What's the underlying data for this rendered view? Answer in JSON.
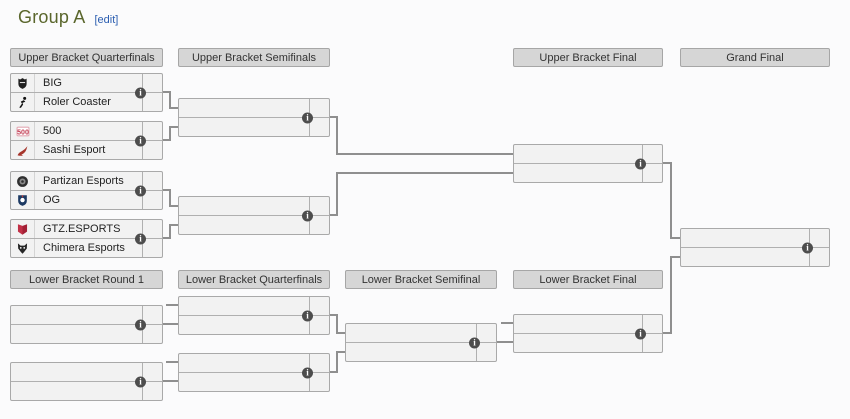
{
  "title": "Group A",
  "edit_link": "[edit]",
  "rounds": {
    "ubqf": "Upper Bracket Quarterfinals",
    "ubsf": "Upper Bracket Semifinals",
    "ubf": "Upper Bracket Final",
    "gf": "Grand Final",
    "lbr1": "Lower Bracket Round 1",
    "lbqf": "Lower Bracket Quarterfinals",
    "lbsf": "Lower Bracket Semifinal",
    "lbf": "Lower Bracket Final"
  },
  "matches": {
    "ubqf1": {
      "teams": [
        {
          "name": "BIG",
          "icon": "big-crest-icon"
        },
        {
          "name": "Roler Coaster",
          "icon": "roler-coaster-skater-icon"
        }
      ]
    },
    "ubqf2": {
      "teams": [
        {
          "name": "500",
          "icon": "500-logo-icon"
        },
        {
          "name": "Sashi Esport",
          "icon": "sashi-bird-icon"
        }
      ]
    },
    "ubqf3": {
      "teams": [
        {
          "name": "Partizan Esports",
          "icon": "partizan-crest-icon"
        },
        {
          "name": "OG",
          "icon": "og-shield-icon"
        }
      ]
    },
    "ubqf4": {
      "teams": [
        {
          "name": "GTZ.ESPORTS",
          "icon": "gtz-emblem-icon"
        },
        {
          "name": "Chimera Esports",
          "icon": "chimera-head-icon"
        }
      ]
    }
  },
  "info_icon_glyph": "i",
  "colors": {
    "title_green": "#5a662c",
    "edit_link_blue": "#2a5db0",
    "header_bg": "#d6d6d6",
    "box_bg": "#f2f2f2",
    "box_border": "#a9a9a9",
    "connector_gray": "#8f8f8f",
    "info_icon_bg": "#4d4d4d",
    "big_black": "#1f1f1f",
    "roler_black": "#111111",
    "c500_red": "#c23b52",
    "c500_pink": "#e3a8b3",
    "sashi_red": "#a6352c",
    "partizan_dark": "#2e2e2e",
    "partizan_gray": "#8a8a8a",
    "og_blue": "#1d3a63",
    "gtz_red": "#a32035",
    "gtz_red_light": "#c13046",
    "chimera_dark": "#262626"
  }
}
